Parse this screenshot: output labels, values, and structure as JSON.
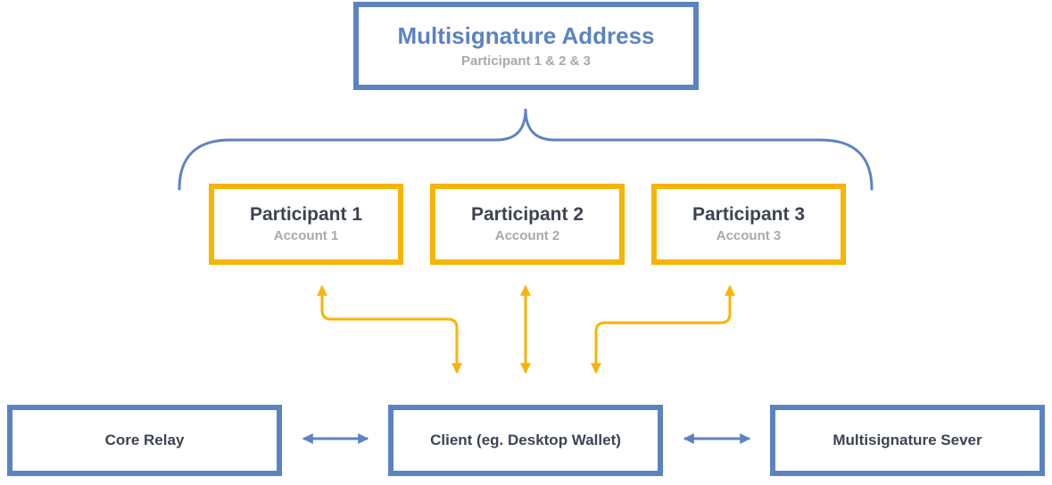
{
  "top": {
    "title": "Multisignature Address",
    "subtitle": "Participant 1 & 2 & 3"
  },
  "participants": [
    {
      "title": "Participant 1",
      "account": "Account 1"
    },
    {
      "title": "Participant 2",
      "account": "Account 2"
    },
    {
      "title": "Participant 3",
      "account": "Account 3"
    }
  ],
  "bottom": {
    "left": "Core Relay",
    "center": "Client (eg. Desktop Wallet)",
    "right": "Multisignature Sever"
  },
  "colors": {
    "blue": "#5b83c1",
    "yellow": "#f7b400",
    "dark_text": "#3d4450",
    "gray_text": "#a9a9a9"
  }
}
